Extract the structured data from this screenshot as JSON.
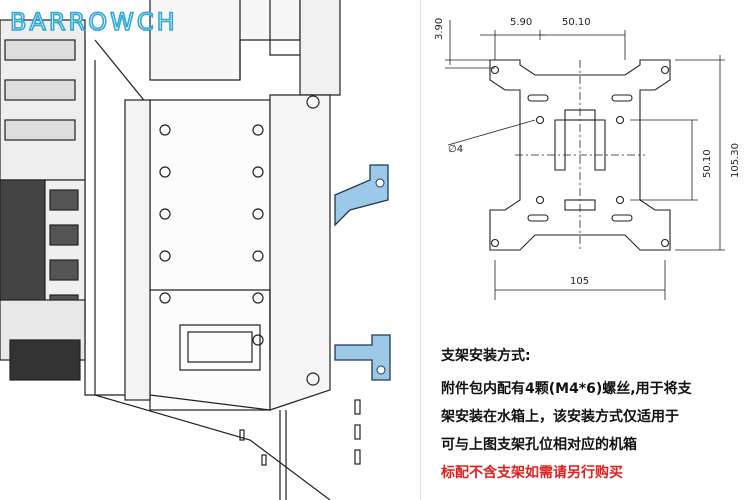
{
  "brand": {
    "logo_text": "BARROWCH",
    "color": "#2fa8d8"
  },
  "drawing": {
    "dim_top_left": "5.90",
    "dim_top_width": "50.10",
    "dim_side_top": "3.90",
    "dim_hole": "∅4",
    "dim_inner_height": "50.10",
    "dim_outer_height": "105.30",
    "dim_bottom_width": "105"
  },
  "notes": {
    "title": "支架安装方式:",
    "lines": [
      "附件包内配有4颗(M4*6)螺丝,用于将支",
      "架安装在水箱上，该安装方式仅适用于",
      "可与上图支架孔位相对应的机箱"
    ],
    "warning": "标配不含支架如需请另行购买",
    "warning_color": "#e0201e"
  }
}
